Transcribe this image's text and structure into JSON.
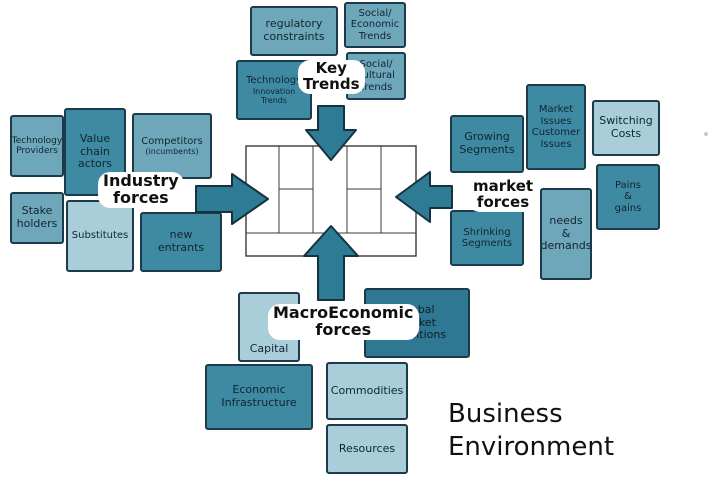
{
  "title": [
    "Business",
    "Environment"
  ],
  "key_trends": {
    "label": [
      "Key",
      "Trends"
    ],
    "notes": {
      "regulatory": [
        "regulatory",
        "constraints"
      ],
      "socioeconomic": [
        "Social/",
        "Economic",
        "Trends"
      ],
      "technology": [
        "Technology",
        "Innovation",
        "Trends"
      ],
      "sociocultural": [
        "Social/",
        "cultural",
        "Trends"
      ]
    }
  },
  "industry_forces": {
    "label": [
      "Industry",
      "forces"
    ],
    "notes": {
      "tech_providers": [
        "Technology",
        "Providers"
      ],
      "value_chain": [
        "Value",
        "chain",
        "actors"
      ],
      "competitors": [
        "Competitors",
        "(incumbents)"
      ],
      "stakeholders": [
        "Stake",
        "holders"
      ],
      "substitutes": [
        "Substitutes"
      ],
      "new_entrants": [
        "new",
        "entrants"
      ]
    }
  },
  "market_forces": {
    "label": [
      "market",
      "forces"
    ],
    "notes": {
      "growing": [
        "Growing",
        "Segments"
      ],
      "market_issues": [
        "Market",
        "Issues",
        "Customer",
        "Issues"
      ],
      "switching": [
        "Switching",
        "Costs"
      ],
      "shrinking": [
        "Shrinking",
        "Segments"
      ],
      "needs": [
        "needs",
        "&",
        "demands"
      ],
      "pains": [
        "Pains",
        "&",
        "gains"
      ]
    }
  },
  "macro_forces": {
    "label": [
      "MacroEconomic",
      "forces"
    ],
    "notes": {
      "capital": [
        "Capital"
      ],
      "global": [
        "Global",
        "Market",
        "Conditions"
      ],
      "infrastructure": [
        "Economic",
        "Infrastructure"
      ],
      "commodities": [
        "Commodities"
      ],
      "resources": [
        "Resources"
      ]
    }
  },
  "colors": {
    "arrow_fill": "#2e7b96",
    "arrow_stroke": "#17323f",
    "board_line": "#3a3a3a"
  }
}
